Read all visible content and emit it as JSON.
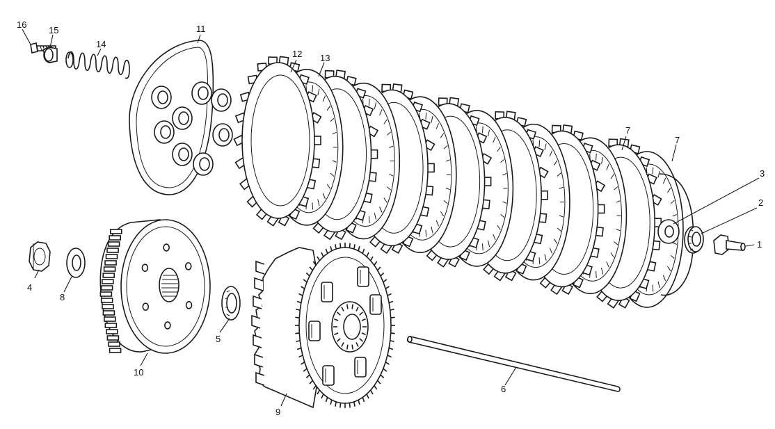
{
  "parts": [
    {
      "key": "p1",
      "label": "1",
      "part": "bolt"
    },
    {
      "key": "p2",
      "label": "2",
      "part": "bearing"
    },
    {
      "key": "p3",
      "label": "3",
      "part": "washer"
    },
    {
      "key": "p4",
      "label": "4",
      "part": "nut"
    },
    {
      "key": "p5",
      "label": "5",
      "part": "lock-washer"
    },
    {
      "key": "p6",
      "label": "6",
      "part": "push-rod"
    },
    {
      "key": "p7a",
      "label": "7",
      "part": "clutch-plate"
    },
    {
      "key": "p7b",
      "label": "7",
      "part": "clutch-plate"
    },
    {
      "key": "p8",
      "label": "8",
      "part": "washer"
    },
    {
      "key": "p9",
      "label": "9",
      "part": "clutch-basket"
    },
    {
      "key": "p10",
      "label": "10",
      "part": "clutch-hub"
    },
    {
      "key": "p11",
      "label": "11",
      "part": "pressure-plate"
    },
    {
      "key": "p12",
      "label": "12",
      "part": "friction-disc"
    },
    {
      "key": "p13",
      "label": "13",
      "part": "steel-disc"
    },
    {
      "key": "p14",
      "label": "14",
      "part": "spring"
    },
    {
      "key": "p15",
      "label": "15",
      "part": "spring-cup"
    },
    {
      "key": "p16",
      "label": "16",
      "part": "screw"
    }
  ]
}
